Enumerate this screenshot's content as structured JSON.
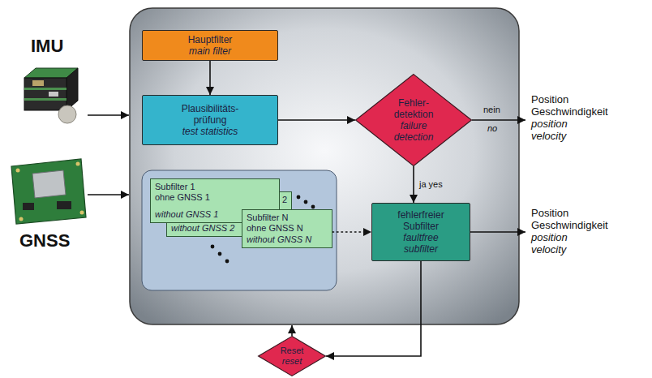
{
  "diagram": {
    "nodes": [
      {
        "text": [
          "Hauptfilter",
          "main filter"
        ]
      },
      {
        "text": [
          "Plausibilitäts- prüfung",
          "test statistics"
        ]
      },
      {
        "text": [
          "Fehler- detektion",
          "failure detection"
        ]
      },
      {
        "text": [
          "Subfilter 1 ohne GNSS 1",
          "without GNSS 1"
        ]
      },
      {
        "text": [
          "2",
          "without GNSS 2"
        ]
      },
      {
        "text": [
          "Subfilter N ohne GNSS N",
          "without GNSS N"
        ]
      },
      {
        "text": [
          "fehlerfreier Subfilter",
          "faultfree subfilter"
        ]
      },
      {
        "text": [
          "Reset",
          "reset"
        ]
      }
    ],
    "edges": [
      {
        "from": 0,
        "to": 1,
        "arrow": "to"
      },
      {
        "from": 1,
        "to": 2,
        "arrow": "to"
      },
      {
        "from": 2,
        "to": 6,
        "label": "ja yes",
        "arrow": "to"
      },
      {
        "from": 5,
        "to": 6,
        "arrow": "to"
      },
      {
        "from": 6,
        "to": 7,
        "arrow": "to"
      }
    ],
    "labels": [
      "IMU",
      "GNSS",
      "nein",
      "no",
      "Position Geschwindigkeit",
      "position velocity",
      "Position Geschwindigkeit",
      "position velocity"
    ]
  }
}
